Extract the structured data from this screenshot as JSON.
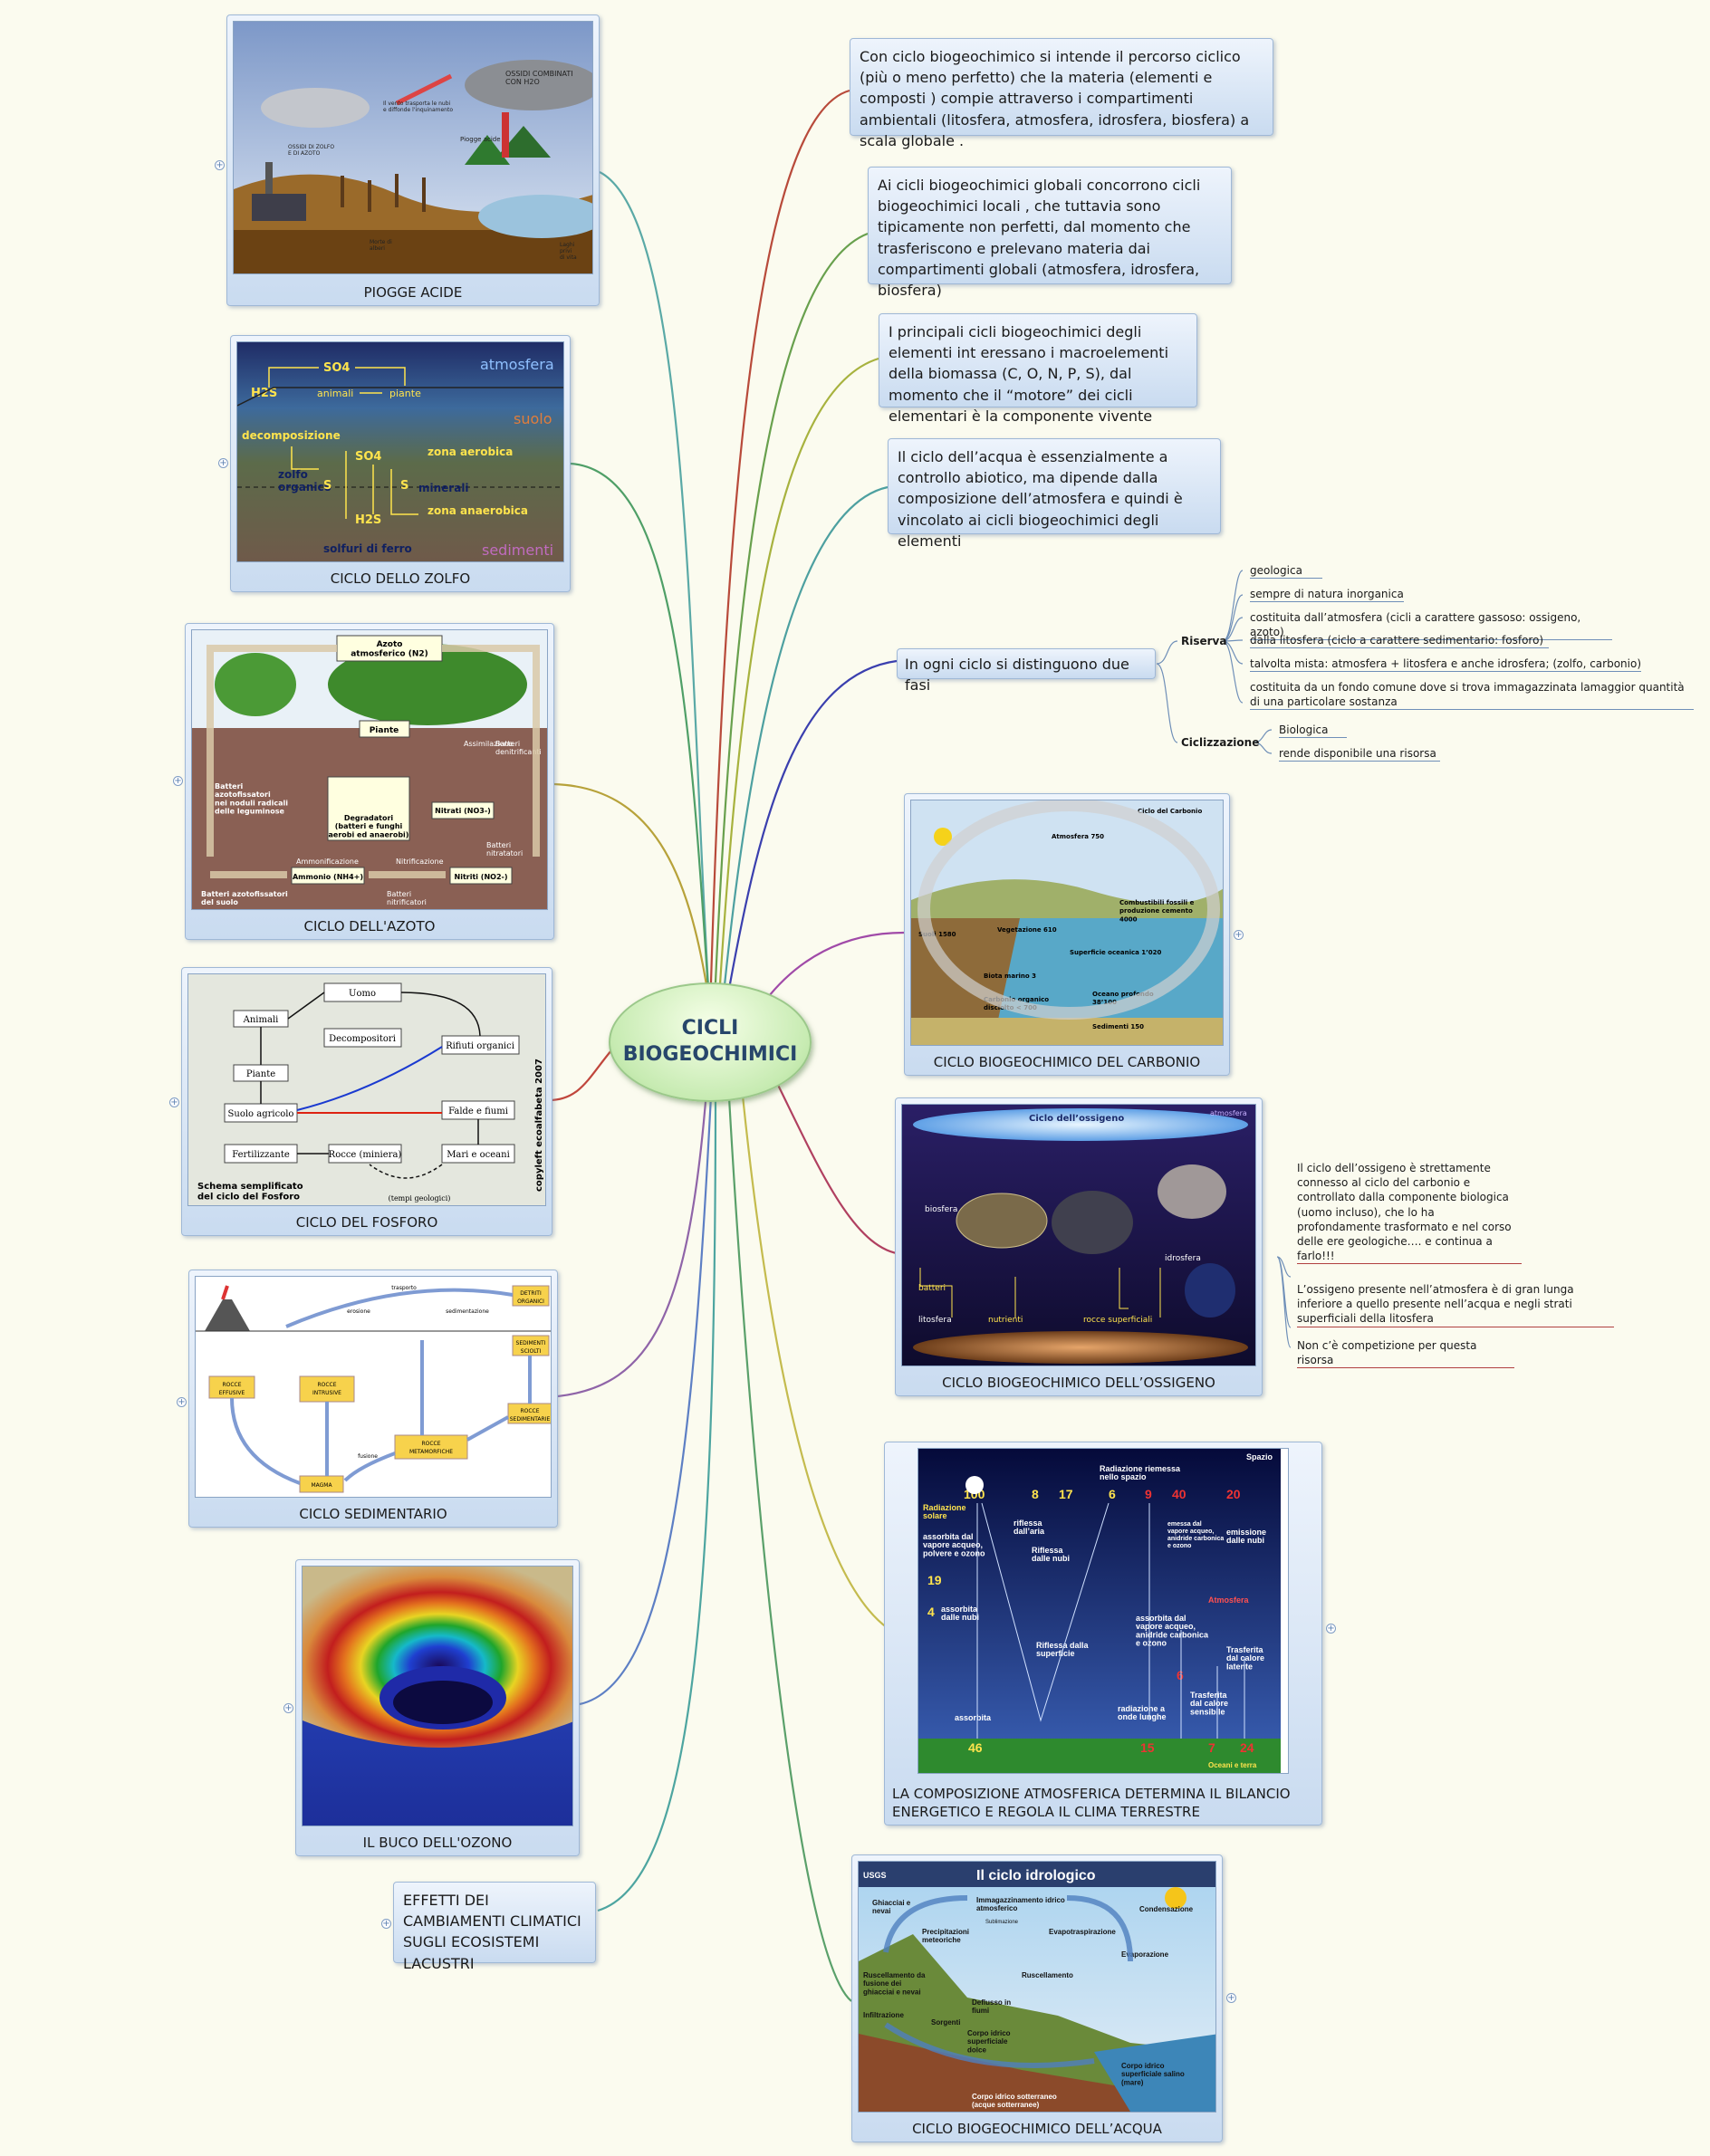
{
  "central": {
    "title": "CICLI\nBIOGEOCHIMICI"
  },
  "left": {
    "piogge": {
      "caption": "PIOGGE ACIDE",
      "labels": {
        "ossidi_comb": "OSSIDI COMBINATI\nCON H2O",
        "vento": "Il vento trasporta le nubi\ne diffonde l'inquinamento",
        "piogge": "Piogge acide",
        "ossidi_zolfo": "OSSIDI DI ZOLFO\nE DI AZOTO",
        "morte": "Morte di\nalberi",
        "laghi": "Laghi\nprivi\ndi vita"
      }
    },
    "zolfo": {
      "caption": "CICLO DELLO ZOLFO",
      "labels": {
        "atmosfera": "atmosfera",
        "suolo": "suolo",
        "sedimenti": "sedimenti",
        "so4": "SO4",
        "h2s": "H2S",
        "animali": "animali",
        "piante": "piante",
        "decomposizione": "decomposizione",
        "zona_aerobica": "zona aerobica",
        "zona_anaerobica": "zona anaerobica",
        "minerali": "minerali",
        "zolfo_organico": "zolfo\norganico",
        "solfuri": "solfuri di ferro",
        "s": "S"
      }
    },
    "azoto": {
      "caption": "CICLO DELL'AZOTO",
      "labels": {
        "azoto_atm": "Azoto\natmosferico (N2)",
        "piante": "Piante",
        "assimilazione": "Assimilazione",
        "batteri_den": "Batteri\ndenitrificanti",
        "batteri_fix": "Batteri\nazotofissatori\nnei noduli radicali\ndelle leguminose",
        "degradatori": "Degradatori\n(batteri e funghi\naerobi ed anaerobi)",
        "nitrati": "Nitrati (NO3-)",
        "batteri_nitratatori": "Batteri\nnitratatori",
        "ammonificazione": "Ammonificazione",
        "nitrificazione": "Nitrificazione",
        "ammonio": "Ammonio (NH4+)",
        "nitriti": "Nitriti (NO2-)",
        "batteri_suolo": "Batteri azotofissatori\ndel suolo",
        "batteri_nitrif": "Batteri\nnitrificatori"
      }
    },
    "fosforo": {
      "caption": "CICLO DEL FOSFORO",
      "labels": {
        "uomo": "Uomo",
        "animali": "Animali",
        "decompositori": "Decompositori",
        "rifiuti": "Rifiuti organici",
        "piante": "Piante",
        "suolo": "Suolo agricolo",
        "falde": "Falde e fiumi",
        "fertilizzante": "Fertilizzante",
        "rocce": "Rocce (miniera)",
        "mari": "Mari e oceani",
        "tempi": "(tempi geologici)",
        "schema": "Schema semplificato\ndel ciclo del Fosforo",
        "copyleft": "copyleft ecoalfabeta 2007"
      }
    },
    "sedimentario": {
      "caption": "CICLO SEDIMENTARIO",
      "labels": {
        "trasporto": "trasporto",
        "erosione": "erosione",
        "sedimentazione": "sedimentazione",
        "detriti": "DETRITI\nORGANICI",
        "sedimenti": "SEDIMENTI\nSCIOLTI",
        "effusive": "ROCCE\nEFFUSIVE",
        "intrusive": "ROCCE\nINTRUSIVE",
        "sedimentarie": "ROCCE\nSEDIMENTARIE",
        "metamorfiche": "ROCCE\nMETAMORFICHE",
        "magma": "MAGMA",
        "fusione": "fusione"
      }
    },
    "ozono": {
      "caption": "IL BUCO DELL'OZONO"
    },
    "effetti": {
      "text": "EFFETTI DEI CAMBIAMENTI CLIMATICI SUGLI ECOSISTEMI LACUSTRI"
    }
  },
  "right": {
    "t1": "Con ciclo biogeochimico si intende il percorso ciclico (più o meno perfetto) che la materia (elementi e composti ) compie attraverso i compartimenti ambientali (litosfera, atmosfera, idrosfera, biosfera) a scala globale .",
    "t2": "Ai cicli biogeochimici globali concorrono cicli biogeochimici locali , che tuttavia sono tipicamente non perfetti, dal momento che trasferiscono e prelevano materia dai compartimenti globali (atmosfera, idrosfera, biosfera)",
    "t3": "I principali cicli biogeochimici degli elementi int eressano i macroelementi della biomassa (C, O, N, P, S), dal momento che il “motore” dei cicli elementari è la componente vivente",
    "t4": "Il ciclo dell’acqua è essenzialmente a controllo abiotico, ma dipende dalla composizione dell’atmosfera e quindi è vincolato ai cicli biogeochimici degli elementi",
    "fasi": {
      "text": "In ogni ciclo si distinguono due fasi",
      "riserva": "Riserva",
      "riserva_items": [
        "geologica",
        "sempre di natura inorganica",
        "costituita dall’atmosfera (cicli a carattere gassoso: ossigeno, azoto)",
        "dalla litosfera (ciclo a carattere sedimentario: fosforo)",
        "talvolta mista: atmosfera + litosfera e anche idrosfera; (zolfo, carbonio)",
        "costituita da un fondo comune dove si trova immagazzinata lamaggior quantità di una particolare sostanza"
      ],
      "ciclizzazione": "Ciclizzazione",
      "cicl_items": [
        "Biologica",
        "rende disponibile una risorsa"
      ]
    },
    "carbonio": {
      "caption": "CICLO BIOGEOCHIMICO DEL CARBONIO",
      "labels": {
        "title": "Ciclo del Carbonio",
        "atmosfera": "Atmosfera 750",
        "vegetazione": "Vegetazione 610",
        "suoli": "Suoli 1580",
        "combustibili": "Combustibili fossili e\nproduzione cemento\n4000",
        "superficie": "Superficie oceanica 1’020",
        "biota": "Biota marino 3",
        "carbonio_org": "Carbonio organico\ndisciolto < 700",
        "oceano": "Oceano profondo\n38’100",
        "sedimenti": "Sedimenti 150"
      }
    },
    "ossigeno": {
      "caption": "CICLO BIOGEOCHIMICO DELL’OSSIGENO",
      "labels": {
        "title": "Ciclo dell’ossigeno",
        "atmosfera": "atmosfera",
        "biosfera": "biosfera",
        "idrosfera": "idrosfera",
        "batteri": "batteri",
        "litosfera": "litosfera",
        "nutrienti": "nutrienti",
        "rocce": "rocce superficiali"
      },
      "notes": [
        "Il ciclo dell’ossigeno è strettamente connesso al ciclo del carbonio e controllato dalla componente biologica (uomo incluso), che lo ha profondamente trasformato e nel corso delle ere geologiche…. e continua a farlo!!!",
        "L’ossigeno presente nell’atmosfera è di gran lunga inferiore a quello presente nell’acqua e negli strati superficiali della litosfera",
        "Non c’è competizione per questa risorsa"
      ]
    },
    "bilancio": {
      "caption": "LA COMPOSIZIONE ATMOSFERICA DETERMINA IL BILANCIO ENERGETICO E REGOLA IL CLIMA TERRESTRE",
      "labels": {
        "spazio": "Spazio",
        "riemessa": "Radiazione riemessa\nnello spazio",
        "solare": "Radiazione\nsolare",
        "n100": "100",
        "n8": "8",
        "n17": "17",
        "n6": "6",
        "n9": "9",
        "n40": "40",
        "n20": "20",
        "riflessa_aria": "riflessa\ndall’aria",
        "riflessa_nubi": "Riflessa\ndalle nubi",
        "emessa_vapore": "emessa dal\nvapore acqueo,\nanidride carbonica\ne ozono",
        "emissione_nubi": "emissione\ndalle nubi",
        "assorbita_vapore": "assorbita dal\nvapore acqueo,\npolvere e ozono",
        "n19": "19",
        "n4": "4",
        "assorbita_nubi": "assorbita\ndalle nubi",
        "atmosfera": "Atmosfera",
        "riflessa_sup": "Riflessa dalla\nsuperficie",
        "assorbita_co2": "assorbita dal\nvapore acqueo,\nanidride carbonica\ne ozono",
        "n6b": "6",
        "trasferita_latente": "Trasferita\ndal calore\nlatente",
        "trasferita_sensibile": "Trasferita\ndal calore\nsensibile",
        "onde_lunghe": "radiazione a\nonde lunghe",
        "assorbita": "assorbita",
        "n46": "46",
        "n15": "15",
        "n7": "7",
        "n24": "24",
        "oceani": "Oceani e terra"
      }
    },
    "acqua": {
      "caption": "CICLO BIOGEOCHIMICO DELL’ACQUA",
      "labels": {
        "title": "Il ciclo idrologico",
        "usgs": "USGS",
        "ghiacciai": "Ghiacciai e\nnevai",
        "immagazzinamento": "Immagazzinamento idrico\natmosferico",
        "sublimazione": "Sublimazione",
        "condensazione": "Condensazione",
        "precipitazioni": "Precipitazioni\nmeteoriche",
        "evapotraspirazione": "Evapotraspirazione",
        "evaporazione": "Evaporazione",
        "ruscellamento_fusione": "Ruscellamento da\nfusione dei\nghiacciai e nevai",
        "ruscellamento": "Ruscellamento",
        "infiltrazione": "Infiltrazione",
        "sorgenti": "Sorgenti",
        "deflusso": "Deflusso in\nfiumi",
        "corpo_dolce": "Corpo idrico\nsuperficiale\ndolce",
        "corpo_salino": "Corpo idrico\nsuperficiale salino\n(mare)",
        "acque_sotterranee": "Corpo idrico sotterraneo\n(acque sotterranee)"
      }
    }
  },
  "colors": {
    "background": "#fbfbef",
    "node_top": "#eef4fc",
    "node_bottom": "#c9dbf0",
    "central": "#c7ebb2"
  }
}
